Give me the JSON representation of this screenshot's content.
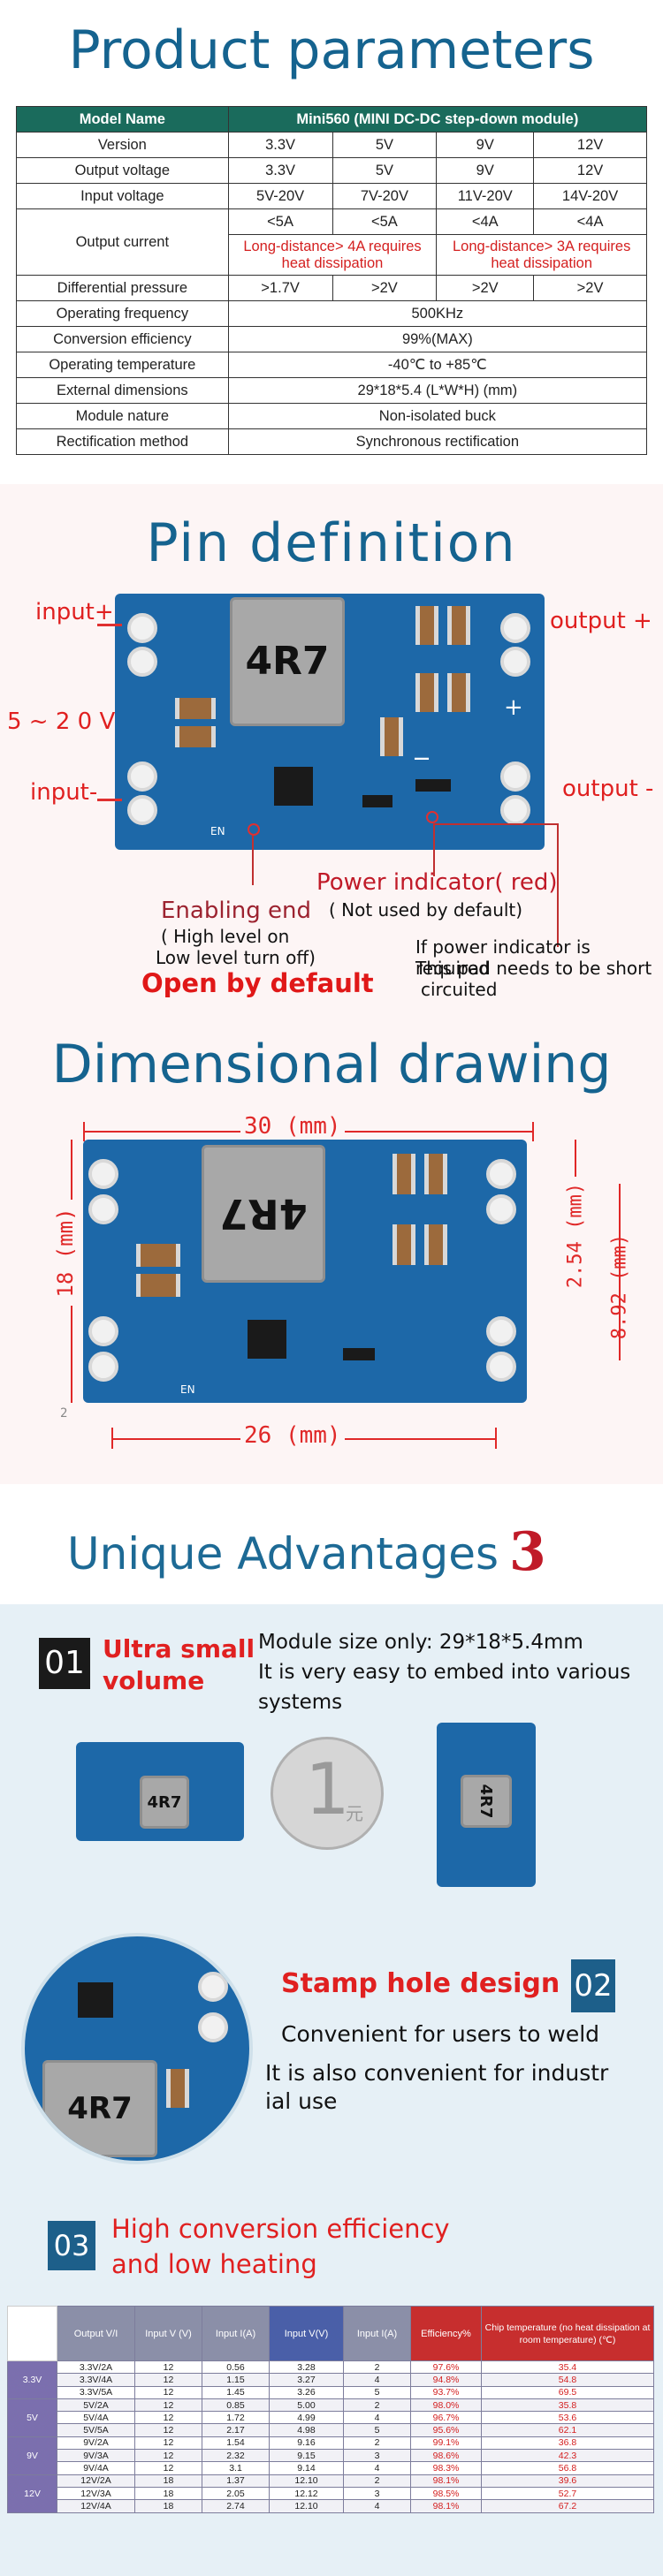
{
  "params": {
    "title": "Product parameters",
    "header": [
      "Model Name",
      "Mini560 (MINI DC-DC step-down module)"
    ],
    "version": {
      "label": "Version",
      "values": [
        "3.3V",
        "5V",
        "9V",
        "12V"
      ]
    },
    "output_voltage": {
      "label": "Output voltage",
      "values": [
        "3.3V",
        "5V",
        "9V",
        "12V"
      ]
    },
    "input_voltage": {
      "label": "Input voltage",
      "values": [
        "5V-20V",
        "7V-20V",
        "11V-20V",
        "14V-20V"
      ]
    },
    "output_current": {
      "label": "Output current",
      "values": [
        "<5A",
        "<5A",
        "<4A",
        "<4A"
      ],
      "note_left": "Long-distance> 4A requires heat dissipation",
      "note_right": "Long-distance> 3A requires heat dissipation"
    },
    "differential_pressure": {
      "label": "Differential pressure",
      "values": [
        ">1.7V",
        ">2V",
        ">2V",
        ">2V"
      ]
    },
    "operating_frequency": {
      "label": "Operating frequency",
      "value": "500KHz"
    },
    "conversion_efficiency": {
      "label": "Conversion efficiency",
      "value": "99%(MAX)"
    },
    "operating_temperature": {
      "label": "Operating temperature",
      "value": "-40℃ to +85℃"
    },
    "external_dimensions": {
      "label": "External dimensions",
      "value": "29*18*5.4  (L*W*H)    (mm)"
    },
    "module_nature": {
      "label": "Module nature",
      "value": "Non-isolated buck"
    },
    "rectification_method": {
      "label": "Rectification method",
      "value": "Synchronous rectification"
    }
  },
  "pins": {
    "title": "Pin definition",
    "input_plus": "input+",
    "input_minus": "input-",
    "voltage_range": "5 ~ 2 0 V",
    "output_plus": "output +",
    "output_minus": "output -",
    "inductor_mark": "4R7",
    "en_mark": "EN",
    "enabling_end": "Enabling end",
    "enabling_high": "( High level on",
    "enabling_low": "Low level turn off)",
    "open_default": "Open by default",
    "power_indicator": "Power indicator( red)",
    "not_used": "( Not used by default)",
    "short_note_1": "If power indicator is required",
    "short_note_2": "This pad needs to be short",
    "short_note_3": "circuited"
  },
  "dimensions": {
    "title": "Dimensional drawing",
    "width_top": "30 (mm)",
    "width_bottom": "26 (mm)",
    "height_left": "18 (mm)",
    "hole_offset": "2.54 (mm)",
    "hole_pitch": "8.92 (mm)",
    "corner_mark": "2"
  },
  "advantages": {
    "title": "Unique  Advantages",
    "title_number": "3",
    "a1": {
      "num": "01",
      "title_1": "Ultra small",
      "title_2": "volume",
      "text_1": "Module size only:  29*18*5.4mm",
      "text_2": "It is very easy to embed into various",
      "text_3": "systems"
    },
    "coin_text": "1",
    "coin_char": "元",
    "a2": {
      "num": "02",
      "title": "Stamp hole design",
      "text_1": "Convenient for users to weld",
      "text_2": "It is also convenient for industr",
      "text_3": "ial use"
    },
    "a3": {
      "num": "03",
      "title_1": "High conversion efficiency",
      "title_2": "and low heating"
    }
  },
  "efficiency_table": {
    "headers": [
      "Output V/I",
      "Input V (V)",
      "Input I(A)",
      "Input V(V)",
      "Input I(A)",
      "Efficiency%",
      "Chip temperature (no heat dissipation at room temperature) (℃)"
    ],
    "groups": [
      "3.3V",
      "5V",
      "9V",
      "12V"
    ],
    "rows": [
      [
        "3.3V/2A",
        "12",
        "0.56",
        "3.28",
        "2",
        "97.6%",
        "35.4"
      ],
      [
        "3.3V/4A",
        "12",
        "1.15",
        "3.27",
        "4",
        "94.8%",
        "54.8"
      ],
      [
        "3.3V/5A",
        "12",
        "1.45",
        "3.26",
        "5",
        "93.7%",
        "69.5"
      ],
      [
        "5V/2A",
        "12",
        "0.85",
        "5.00",
        "2",
        "98.0%",
        "35.8"
      ],
      [
        "5V/4A",
        "12",
        "1.72",
        "4.99",
        "4",
        "96.7%",
        "53.6"
      ],
      [
        "5V/5A",
        "12",
        "2.17",
        "4.98",
        "5",
        "95.6%",
        "62.1"
      ],
      [
        "9V/2A",
        "12",
        "1.54",
        "9.16",
        "2",
        "99.1%",
        "36.8"
      ],
      [
        "9V/3A",
        "12",
        "2.32",
        "9.15",
        "3",
        "98.6%",
        "42.3"
      ],
      [
        "9V/4A",
        "12",
        "3.1",
        "9.14",
        "4",
        "98.3%",
        "56.8"
      ],
      [
        "12V/2A",
        "18",
        "1.37",
        "12.10",
        "2",
        "98.1%",
        "39.6"
      ],
      [
        "12V/3A",
        "18",
        "2.05",
        "12.12",
        "3",
        "98.5%",
        "52.7"
      ],
      [
        "12V/4A",
        "18",
        "2.74",
        "12.10",
        "4",
        "98.1%",
        "67.2"
      ]
    ]
  },
  "colors": {
    "title_blue": "#15638f",
    "accent_red": "#e02020",
    "board_blue": "#1d68a8",
    "table_header_green": "#1a6b5c"
  }
}
